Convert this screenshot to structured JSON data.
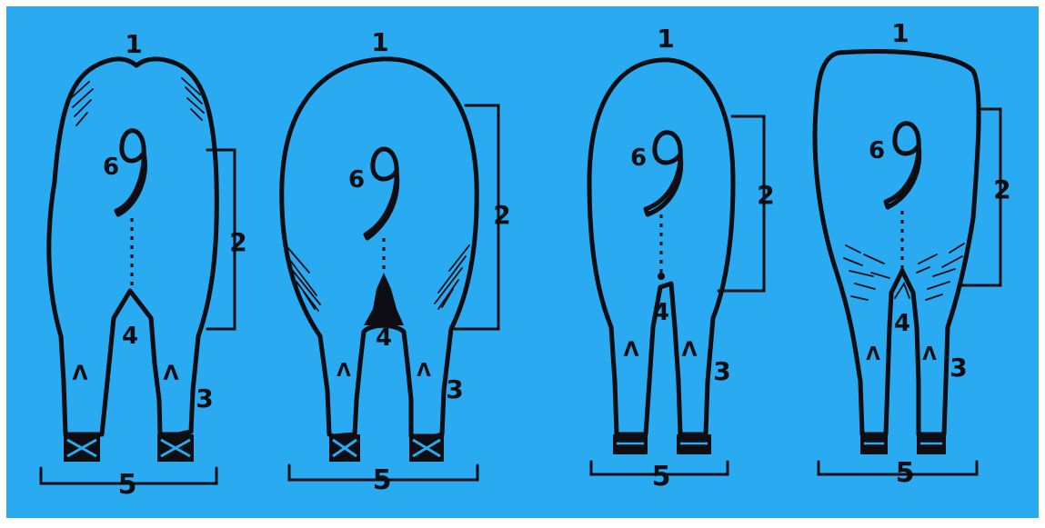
{
  "colors": {
    "background": "#2aaaf0",
    "line": "#0d0d14",
    "frame": "#ffffff"
  },
  "labels": {
    "top": "1",
    "side_bracket": "2",
    "leg": "3",
    "crotch": "4",
    "base_bracket": "5",
    "tail": "6",
    "muscle_mark": "Λ"
  }
}
